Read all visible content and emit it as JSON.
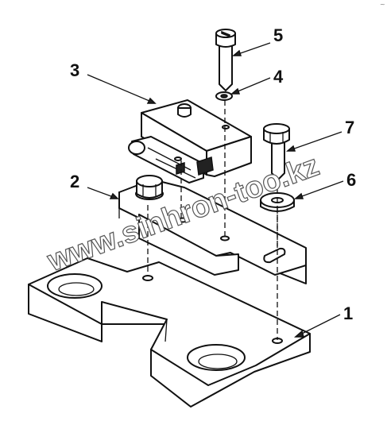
{
  "callouts": [
    {
      "id": "1",
      "text": "1"
    },
    {
      "id": "2",
      "text": "2"
    },
    {
      "id": "3",
      "text": "3"
    },
    {
      "id": "4",
      "text": "4"
    },
    {
      "id": "5",
      "text": "5"
    },
    {
      "id": "6",
      "text": "6"
    },
    {
      "id": "7",
      "text": "7"
    }
  ],
  "watermark": "www.sinhron-too.kz",
  "corner_mark": "~"
}
